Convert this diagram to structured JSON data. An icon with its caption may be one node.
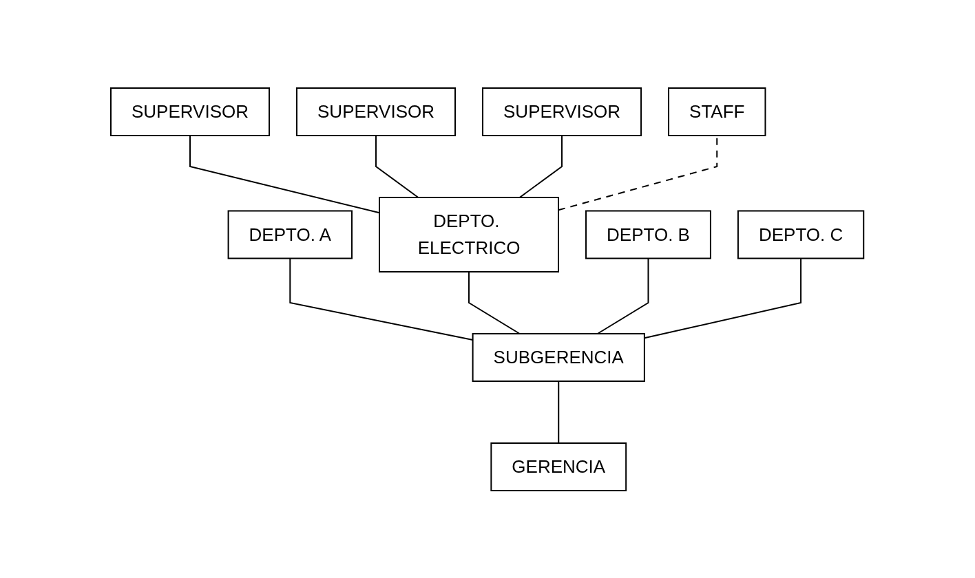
{
  "diagram": {
    "nodes": [
      {
        "text": [
          "SUPERVISOR"
        ]
      },
      {
        "text": [
          "SUPERVISOR"
        ]
      },
      {
        "text": [
          "SUPERVISOR"
        ]
      },
      {
        "text": [
          "STAFF"
        ]
      },
      {
        "text": [
          "DEPTO. A"
        ]
      },
      {
        "text": [
          "DEPTO. ELECTRICO"
        ]
      },
      {
        "text": [
          "DEPTO. B"
        ]
      },
      {
        "text": [
          "DEPTO. C"
        ]
      },
      {
        "text": [
          "SUBGERENCIA"
        ]
      },
      {
        "text": [
          "GERENCIA"
        ]
      }
    ],
    "edges": [
      {
        "from": 9,
        "to": 8,
        "arrow": "none"
      },
      {
        "from": 8,
        "to": 4,
        "arrow": "none"
      },
      {
        "from": 8,
        "to": 5,
        "arrow": "none"
      },
      {
        "from": 8,
        "to": 6,
        "arrow": "none"
      },
      {
        "from": 8,
        "to": 7,
        "arrow": "none"
      },
      {
        "from": 5,
        "to": 0,
        "arrow": "none"
      },
      {
        "from": 5,
        "to": 1,
        "arrow": "none"
      },
      {
        "from": 5,
        "to": 2,
        "arrow": "none"
      },
      {
        "from": 5,
        "to": 3,
        "arrow": "none",
        "style": "dashed"
      }
    ]
  }
}
